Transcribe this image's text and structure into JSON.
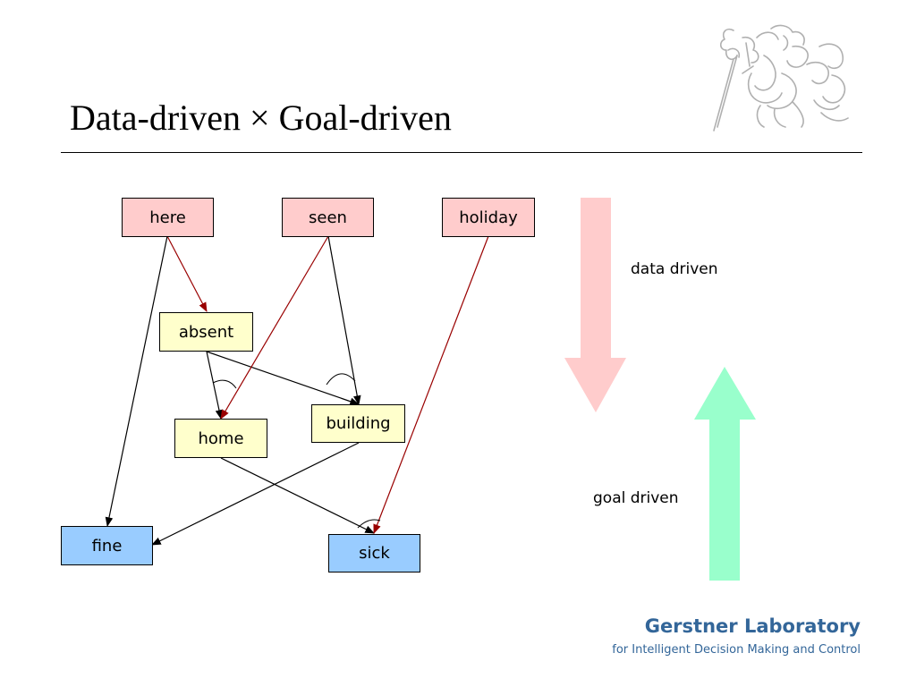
{
  "slide": {
    "title": "Data-driven × Goal-driven"
  },
  "nodes": {
    "here": "here",
    "seen": "seen",
    "holiday": "holiday",
    "absent": "absent",
    "home": "home",
    "building": "building",
    "fine": "fine",
    "sick": "sick"
  },
  "legend": {
    "data_driven": "data driven",
    "goal_driven": "goal driven"
  },
  "footer": {
    "lab_name": "Gerstner Laboratory",
    "lab_subtitle": "for Intelligent Decision Making and Control"
  },
  "colors": {
    "source_node": "#ffcccc",
    "intermediate_node": "#ffffcc",
    "goal_node": "#99ccff",
    "data_driven_arrow": "#ffcccc",
    "goal_driven_arrow": "#99ffcc",
    "highlighted_edge": "#990000",
    "footer_text": "#336699"
  },
  "edges": [
    {
      "from": "here",
      "to": "absent",
      "highlight": true
    },
    {
      "from": "here",
      "to": "fine",
      "highlight": false
    },
    {
      "from": "seen",
      "to": "home",
      "highlight": true
    },
    {
      "from": "seen",
      "to": "building",
      "highlight": false
    },
    {
      "from": "holiday",
      "to": "sick",
      "highlight": true
    },
    {
      "from": "absent",
      "to": "home",
      "highlight": false
    },
    {
      "from": "absent",
      "to": "building",
      "highlight": false
    },
    {
      "from": "home",
      "to": "sick",
      "highlight": false
    },
    {
      "from": "building",
      "to": "fine",
      "highlight": false
    }
  ]
}
